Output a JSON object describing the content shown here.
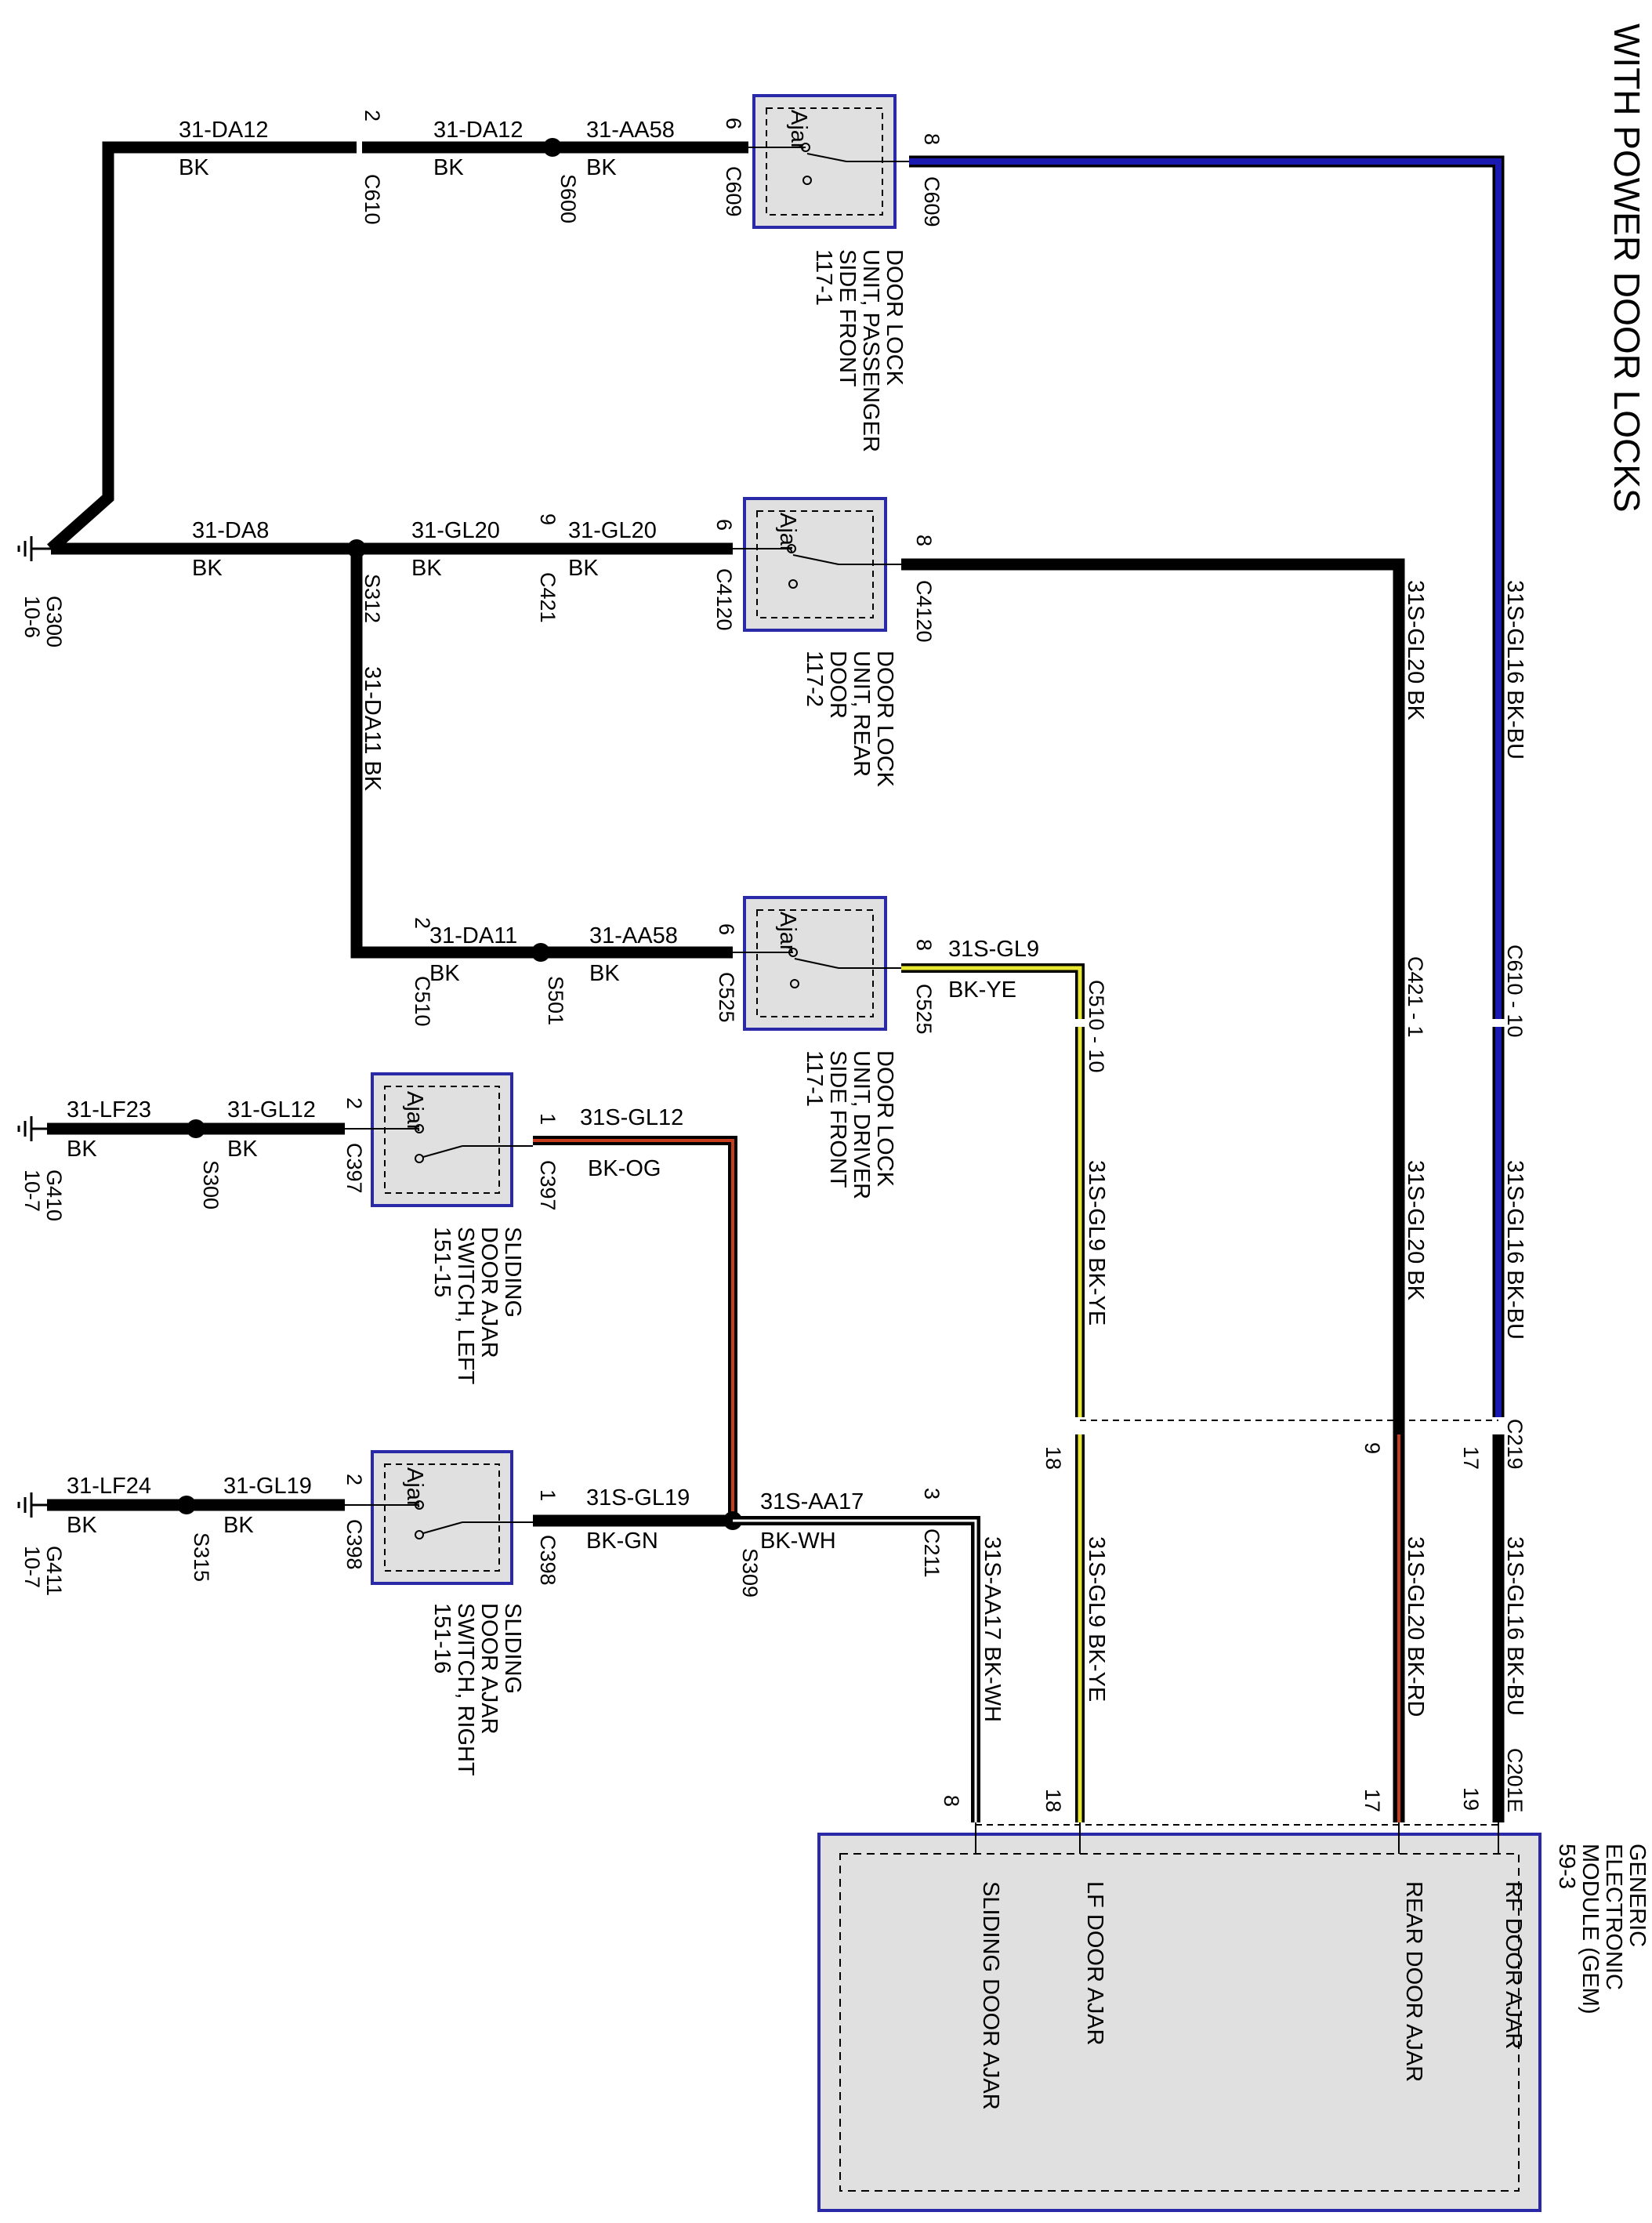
{
  "title": "WITH POWER DOOR LOCKS",
  "ground_labels": {
    "g300": [
      "G300",
      "10-6"
    ],
    "g410": [
      "G410",
      "10-7"
    ],
    "g411": [
      "G411",
      "10-7"
    ]
  },
  "splices": [
    "S600",
    "S312",
    "S501",
    "S300",
    "S315",
    "S309"
  ],
  "components": {
    "door_lock_passenger": {
      "switch_label": "Ajar",
      "name": [
        "DOOR LOCK",
        "UNIT, PASSENGER",
        "SIDE FRONT",
        "117-1"
      ]
    },
    "door_lock_rear": {
      "switch_label": "Ajar",
      "name": [
        "DOOR LOCK",
        "UNIT, REAR",
        "DOOR",
        "117-2"
      ]
    },
    "door_lock_driver": {
      "switch_label": "Ajar",
      "name": [
        "DOOR LOCK",
        "UNIT, DRIVER",
        "SIDE FRONT",
        "117-1"
      ]
    },
    "sliding_left": {
      "switch_label": "Ajar",
      "name": [
        "SLIDING",
        "DOOR AJAR",
        "SWITCH, LEFT",
        "151-15"
      ]
    },
    "sliding_right": {
      "switch_label": "Ajar",
      "name": [
        "SLIDING",
        "DOOR AJAR",
        "SWITCH, RIGHT",
        "151-16"
      ]
    },
    "gem": {
      "name": [
        "GENERIC",
        "ELECTRONIC",
        "MODULE (GEM)",
        "59-3"
      ],
      "pins": [
        "RF DOOR AJAR",
        "REAR DOOR AJAR",
        "LF DOOR AJAR",
        "SLIDING DOOR AJAR"
      ]
    }
  },
  "wires": {
    "w1": [
      "31-DA12",
      "BK"
    ],
    "w2": [
      "31-DA12",
      "BK"
    ],
    "w3": [
      "31-AA58",
      "BK"
    ],
    "w4": [
      "31-DA8",
      "BK"
    ],
    "w5": [
      "31-GL20",
      "BK"
    ],
    "w6": [
      "31-GL20",
      "BK"
    ],
    "w7": "31-DA11   BK",
    "w8": [
      "31-DA11",
      "BK"
    ],
    "w9": [
      "31-AA58",
      "BK"
    ],
    "w10": [
      "31S-GL9",
      "BK-YE"
    ],
    "w11": [
      "31-LF23",
      "BK"
    ],
    "w12": [
      "31-GL12",
      "BK"
    ],
    "w13": [
      "31S-GL12",
      "BK-OG"
    ],
    "w14": [
      "31-LF24",
      "BK"
    ],
    "w15": [
      "31-GL19",
      "BK"
    ],
    "w16": [
      "31S-GL19",
      "BK-GN"
    ],
    "w17": [
      "31S-AA17",
      "BK-WH"
    ],
    "v_gl16_top": "31S-GL16   BK-BU",
    "v_gl20_top": "31S-GL20   BK",
    "v_gl16_mid": "31S-GL16   BK-BU",
    "v_gl20_mid": "31S-GL20   BK",
    "v_gl9_mid": "31S-GL9   BK-YE",
    "v_gl16_bot": "31S-GL16   BK-BU",
    "v_gl20_bot": "31S-GL20   BK-RD",
    "v_gl9_bot": "31S-GL9   BK-YE",
    "v_aa17_bot": "31S-AA17   BK-WH"
  },
  "connectors": {
    "c610": [
      "2",
      "C610"
    ],
    "c609a": [
      "6",
      "C609"
    ],
    "c609b": [
      "8",
      "C609"
    ],
    "c421": [
      "9",
      "C421"
    ],
    "c4120a": [
      "6",
      "C4120"
    ],
    "c4120b": [
      "8",
      "C4120"
    ],
    "c510": [
      "2",
      "C510"
    ],
    "c525a": [
      "6",
      "C525"
    ],
    "c525b": [
      "8",
      "C525"
    ],
    "c397a": [
      "2",
      "C397"
    ],
    "c397b": [
      "1",
      "C397"
    ],
    "c398a": [
      "2",
      "C398"
    ],
    "c398b": [
      "1",
      "C398"
    ],
    "c211": [
      "3",
      "C211"
    ],
    "c610_10": "C610 - 10",
    "c421_1": "C421 - 1",
    "c510_10": "C510 - 10",
    "c219": [
      "C219",
      "17",
      "9",
      "18"
    ],
    "c201e": [
      "C201E",
      "19",
      "17",
      "18",
      "8"
    ]
  },
  "colors": {
    "wire_black": "#000000",
    "wire_blue": "#1a1ab0",
    "wire_yellow": "#e8e832",
    "wire_red": "#c83c1e",
    "component_fill": "#e0e0e0",
    "component_border": "#2a2aa8"
  }
}
